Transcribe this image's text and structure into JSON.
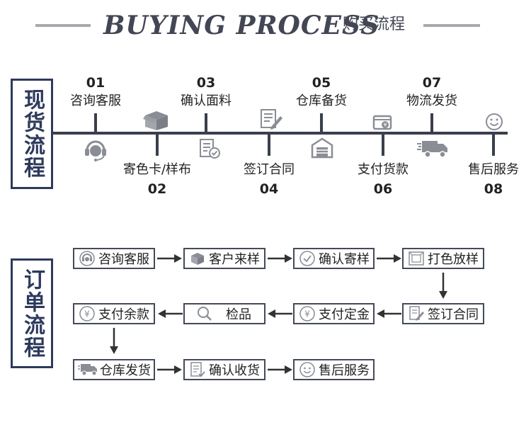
{
  "header": {
    "title": "BUYING PROCESS",
    "subtitle": "购买流程"
  },
  "spot_process": {
    "label": "现货流程",
    "steps": [
      {
        "num": "01",
        "label": "咨询客服",
        "icon": "headset-icon"
      },
      {
        "num": "02",
        "label": "寄色卡/样布",
        "icon": "box-icon"
      },
      {
        "num": "03",
        "label": "确认面料",
        "icon": "confirm-document-icon"
      },
      {
        "num": "04",
        "label": "签订合同",
        "icon": "contract-icon"
      },
      {
        "num": "05",
        "label": "仓库备货",
        "icon": "warehouse-icon"
      },
      {
        "num": "06",
        "label": "支付货款",
        "icon": "wallet-icon"
      },
      {
        "num": "07",
        "label": "物流发货",
        "icon": "truck-icon"
      },
      {
        "num": "08",
        "label": "售后服务",
        "icon": "smiley-icon"
      }
    ]
  },
  "order_process": {
    "label": "订单流程",
    "steps": [
      {
        "label": "咨询客服",
        "icon": "headset-icon"
      },
      {
        "label": "客户来样",
        "icon": "box-icon"
      },
      {
        "label": "确认寄样",
        "icon": "check-circle-icon"
      },
      {
        "label": "打色放样",
        "icon": "dye-frame-icon"
      },
      {
        "label": "签订合同",
        "icon": "contract-icon"
      },
      {
        "label": "支付定金",
        "icon": "yen-coin-icon"
      },
      {
        "label": "检品",
        "icon": "magnifier-icon"
      },
      {
        "label": "支付余款",
        "icon": "yen-coin-icon"
      },
      {
        "label": "仓库发货",
        "icon": "truck-icon"
      },
      {
        "label": "确认收货",
        "icon": "confirm-document-icon"
      },
      {
        "label": "售后服务",
        "icon": "smiley-icon"
      }
    ]
  },
  "colors": {
    "navy": "#2e3a5c",
    "line": "#3a3f4c",
    "header_text": "#434654",
    "icon_gray": "#8a8d95"
  }
}
